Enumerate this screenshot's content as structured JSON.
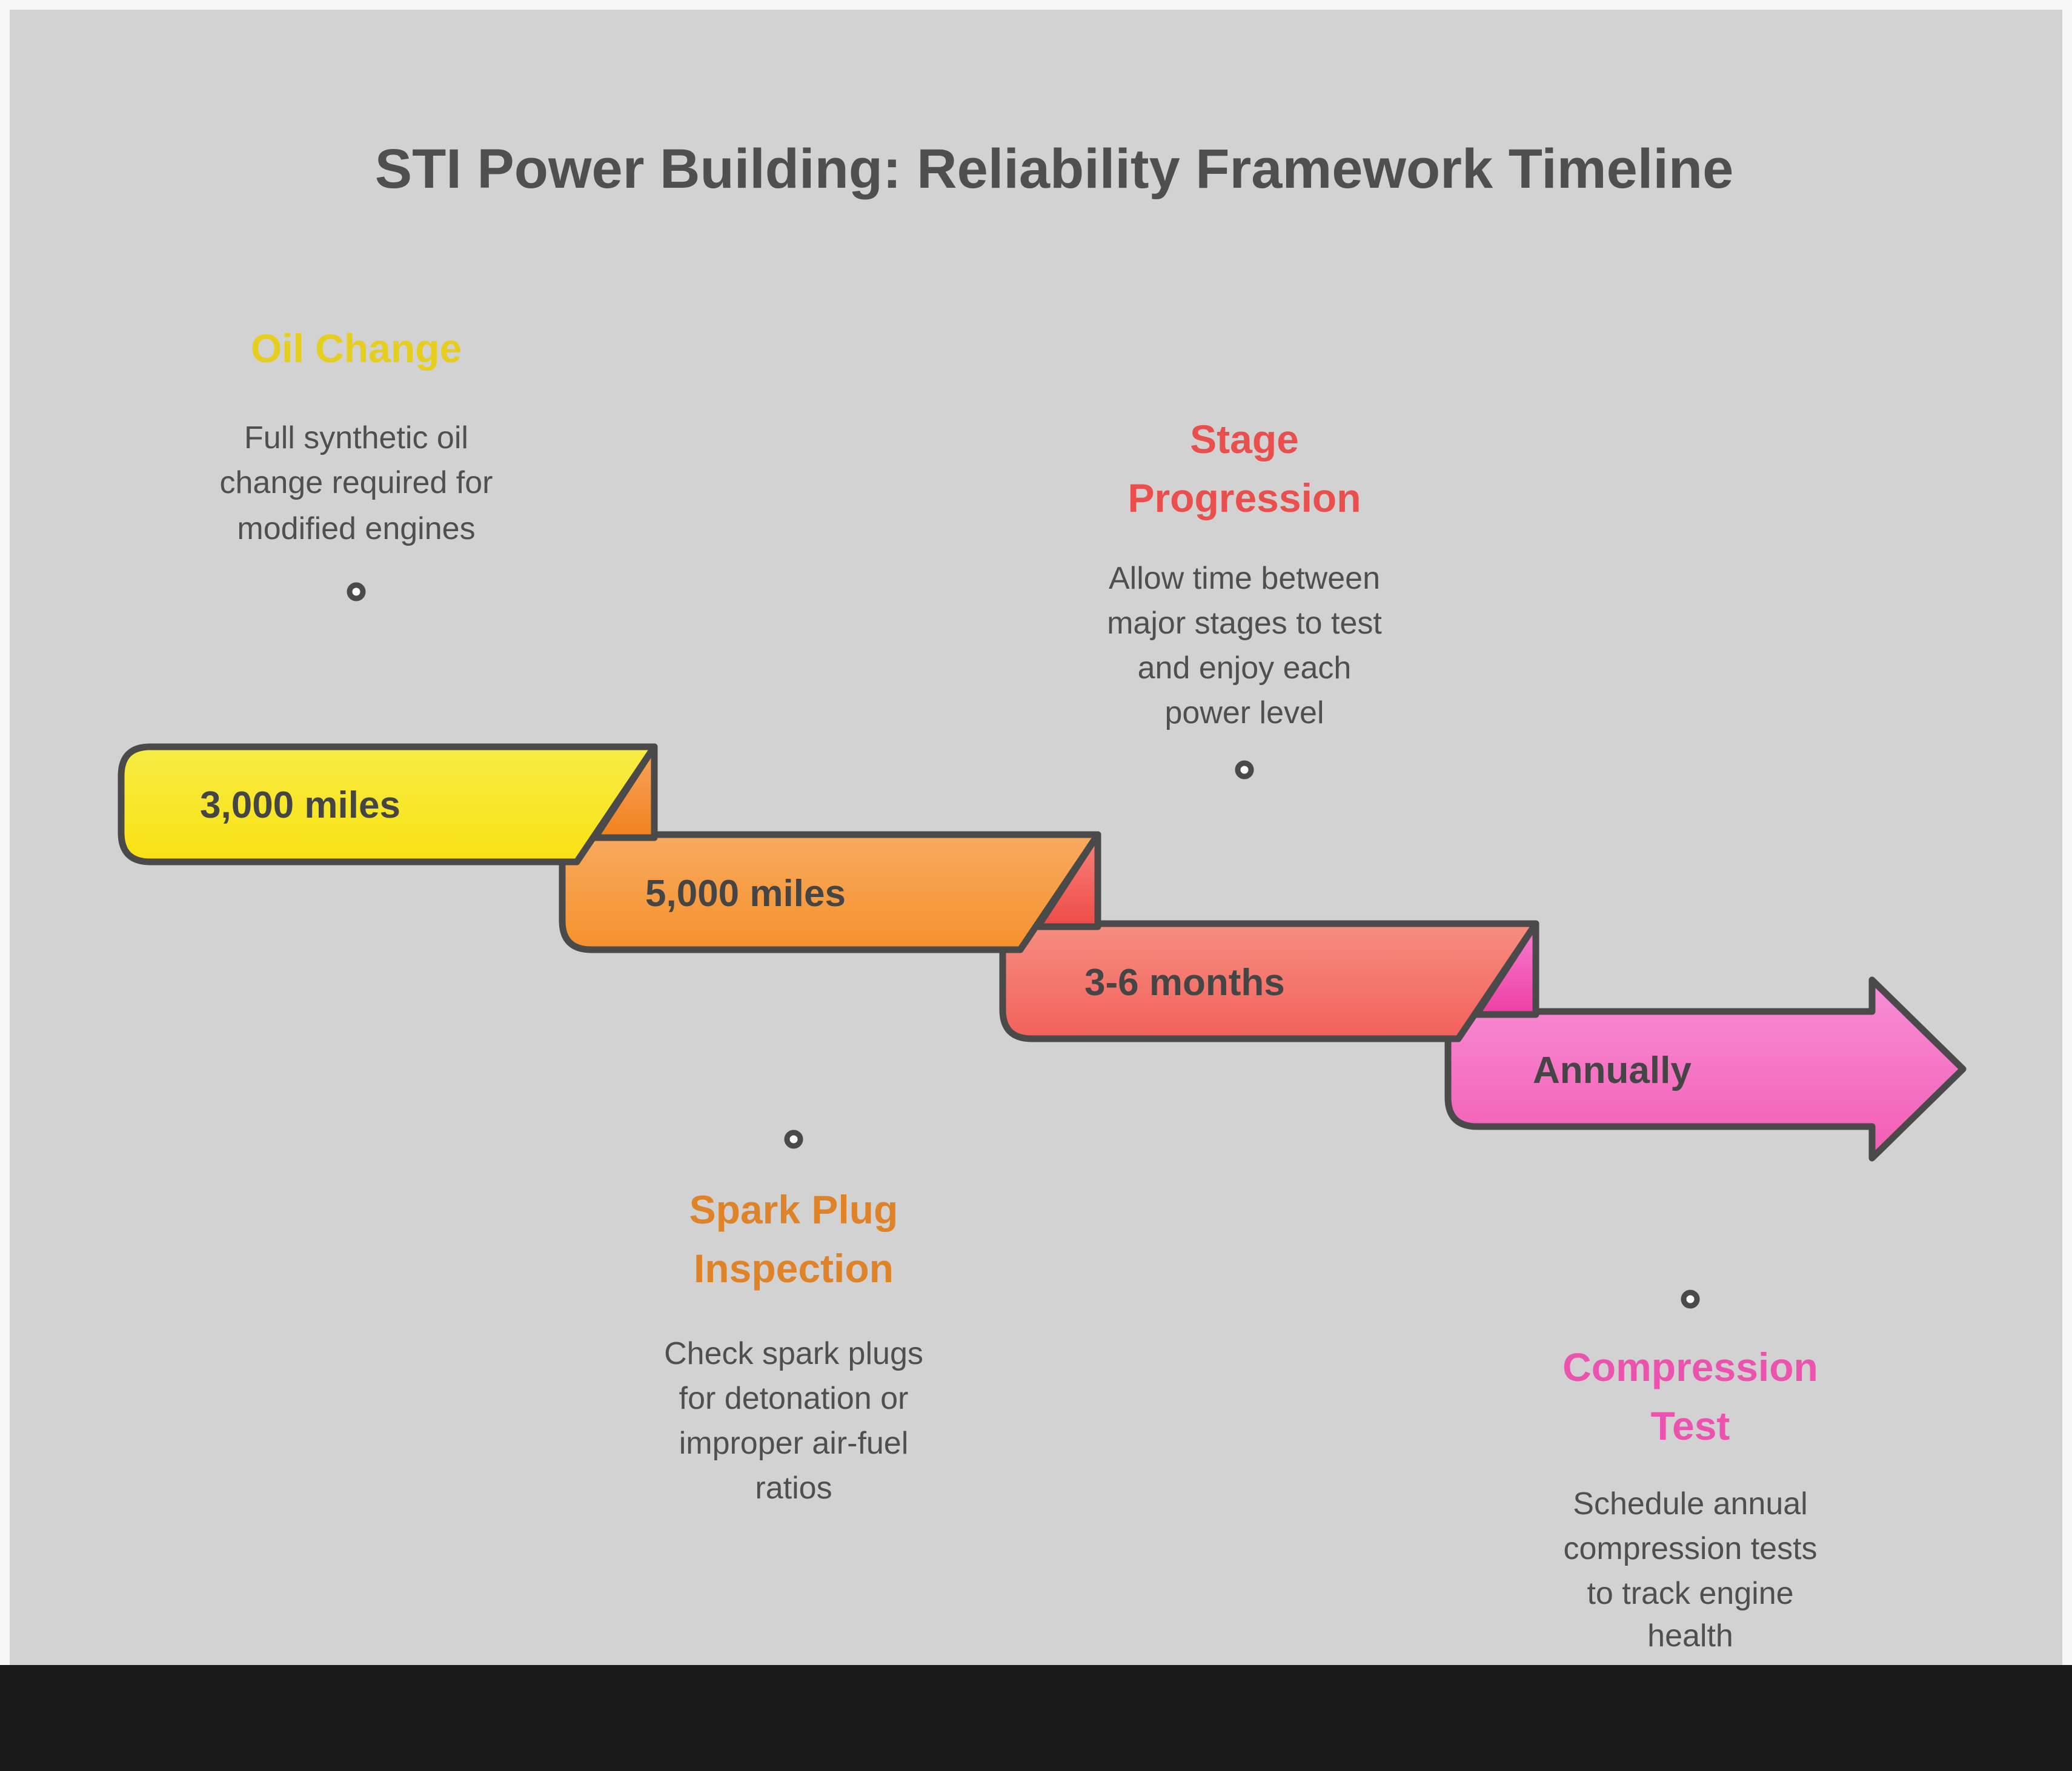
{
  "title": {
    "text": "STI Power Building: Reliability Framework Timeline",
    "color": "#4F4F4F"
  },
  "canvas": {
    "background": "#D2D2D2",
    "frame": "#F7F7F7",
    "footer_bar_color": "#1A1A1A",
    "outline_color": "#4A4A4A"
  },
  "marker_icon": {
    "fill": "#FDFDFD",
    "ring": "#4A4A4A"
  },
  "stages": [
    {
      "label": "3,000 miles",
      "color_top": "#F7EC45",
      "color_bottom": "#F9E112",
      "annotation": {
        "title_color": "#E5CE1D",
        "title_lines": [
          "Oil Change"
        ],
        "description_lines": [
          "Full synthetic oil",
          "change required for",
          "modified engines"
        ]
      }
    },
    {
      "label": "5,000 miles",
      "color_top": "#F8AA60",
      "color_bottom": "#F5912C",
      "annotation": {
        "title_color": "#DF8329",
        "title_lines": [
          "Spark Plug",
          "Inspection"
        ],
        "description_lines": [
          "Check spark plugs",
          "for detonation or",
          "improper air-fuel",
          "ratios"
        ]
      }
    },
    {
      "label": "3-6 months",
      "color_top": "#F78D80",
      "color_bottom": "#F2615B",
      "annotation": {
        "title_color": "#E9504D",
        "title_lines": [
          "Stage",
          "Progression"
        ],
        "description_lines": [
          "Allow time between",
          "major stages to test",
          "and enjoy each",
          "power level"
        ]
      }
    },
    {
      "label": "Annually",
      "color_top": "#F78FD6",
      "color_bottom": "#F35CB4",
      "annotation": {
        "title_color": "#EC53AE",
        "title_lines": [
          "Compression",
          "Test"
        ],
        "description_lines": [
          "Schedule annual",
          "compression tests",
          "to track engine",
          "health"
        ]
      }
    }
  ]
}
